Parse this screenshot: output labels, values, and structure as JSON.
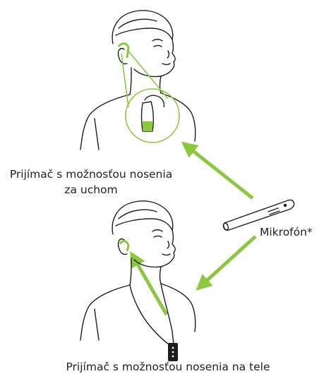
{
  "labels": {
    "behind_ear_line1": "Prijímač s možnosťou nosenia",
    "behind_ear_line2": "za uchom",
    "microphone": "Mikrofón*",
    "body_worn": "Prijímač s možnosťou nosenia na tele"
  },
  "colors": {
    "accent": "#8dc63f",
    "line": "#1e1e1e"
  },
  "icons": {
    "person_top": "person-with-behind-ear-receiver",
    "person_bottom": "person-with-neck-loop-receiver",
    "microphone": "pen-microphone"
  }
}
